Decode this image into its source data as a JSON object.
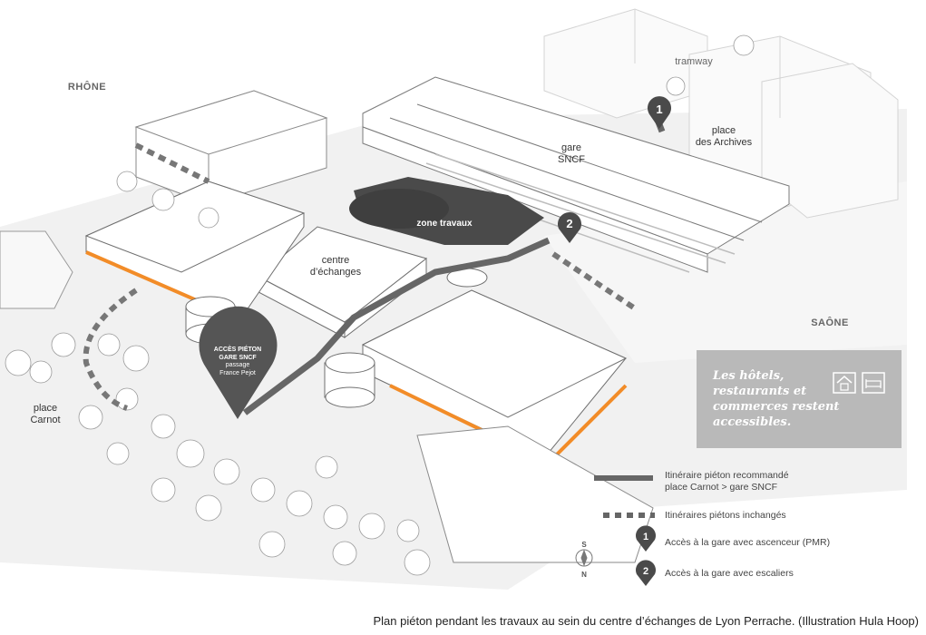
{
  "map": {
    "labels": {
      "rhone": "RHÔNE",
      "saone": "SAÔNE",
      "tramway": "tramway",
      "place_archives": "place\ndes Archives",
      "gare_sncf": "gare\nSNCF",
      "zone_travaux": "zone travaux",
      "centre_echanges": "centre\nd’échanges",
      "place_carnot": "place\nCarnot"
    },
    "pin": {
      "title": "ACCÈS PIÉTON\nGARE SNCF",
      "subtitle": "passage\nFrance Pejot"
    },
    "markers": [
      "1",
      "2"
    ],
    "compass": {
      "north": "N",
      "south": "S"
    },
    "colors": {
      "building": "#ffffff",
      "outline": "#9a9a9a",
      "ground": "#ececec",
      "construction": "#4a4a4a",
      "accent_orange": "#f28c28",
      "route": "#666666",
      "info_box": "#b9b9b9"
    }
  },
  "info_box": {
    "text": "Les hôtels, restaurants et commerces restent accessibles.",
    "icons": [
      "hotel-icon",
      "bed-icon"
    ]
  },
  "legend": [
    {
      "symbol": "solid-line",
      "text": "Itinéraire piéton recommandé\nplace Carnot > gare SNCF"
    },
    {
      "symbol": "dashed-line",
      "text": "Itinéraires piétons inchangés"
    },
    {
      "symbol": "marker-1",
      "marker": "1",
      "text": "Accès à la gare avec ascenceur (PMR)"
    },
    {
      "symbol": "marker-2",
      "marker": "2",
      "text": "Accès à la gare avec escaliers"
    }
  ],
  "caption": "Plan piéton pendant les travaux au sein du centre d’échanges de Lyon Perrache. (Illustration Hula Hoop)"
}
